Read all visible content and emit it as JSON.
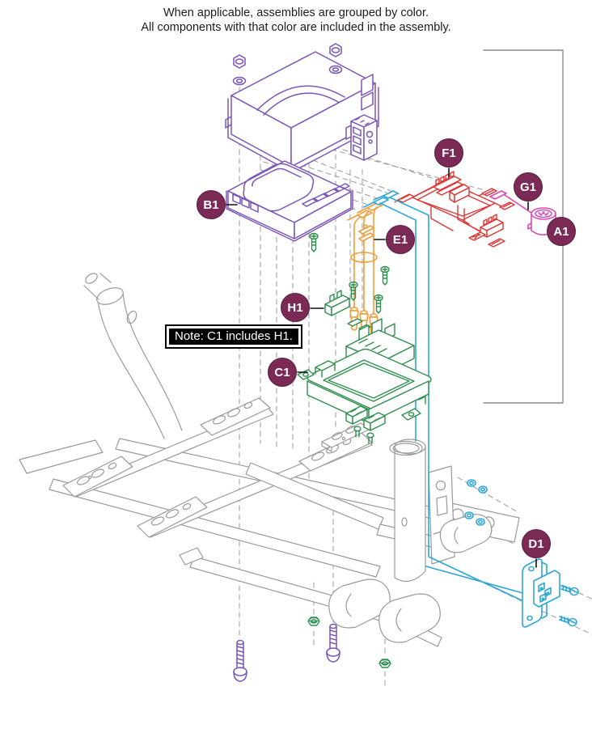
{
  "header": {
    "line1": "When applicable, assemblies are grouped by color.",
    "line2": "All components with that color are included in the assembly."
  },
  "note": {
    "text": "Note: C1 includes H1."
  },
  "callouts": {
    "a1": {
      "label": "A1"
    },
    "b1": {
      "label": "B1"
    },
    "c1": {
      "label": "C1"
    },
    "d1": {
      "label": "D1"
    },
    "e1": {
      "label": "E1"
    },
    "f1": {
      "label": "F1"
    },
    "g1": {
      "label": "G1"
    },
    "h1": {
      "label": "H1"
    }
  },
  "colors": {
    "badge": "#7b2a56",
    "assembly_purple": "#7a55b8",
    "assembly_red": "#e03535",
    "assembly_pink": "#d94bb5",
    "assembly_orange": "#f29d38",
    "assembly_blue": "#2ea7d6",
    "assembly_green": "#2f8f4e",
    "frame_gray": "#9a9a9a"
  }
}
